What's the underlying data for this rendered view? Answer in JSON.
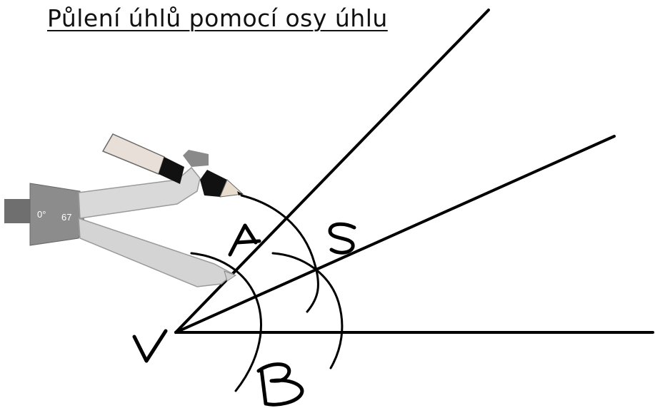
{
  "title": "Půlení úhlů pomocí osy úhlu",
  "labels": {
    "vertex": "V",
    "point_a": "A",
    "point_b": "B",
    "point_s": "S"
  },
  "compass": {
    "angle_readout": "0°",
    "number_readout": "67",
    "colors": {
      "body": "#8c8c8c",
      "arm": "#d9d9d9",
      "pencil": "#e8e0d8",
      "grip": "#111111"
    }
  },
  "colors": {
    "ink": "#000000",
    "background": "#ffffff"
  }
}
